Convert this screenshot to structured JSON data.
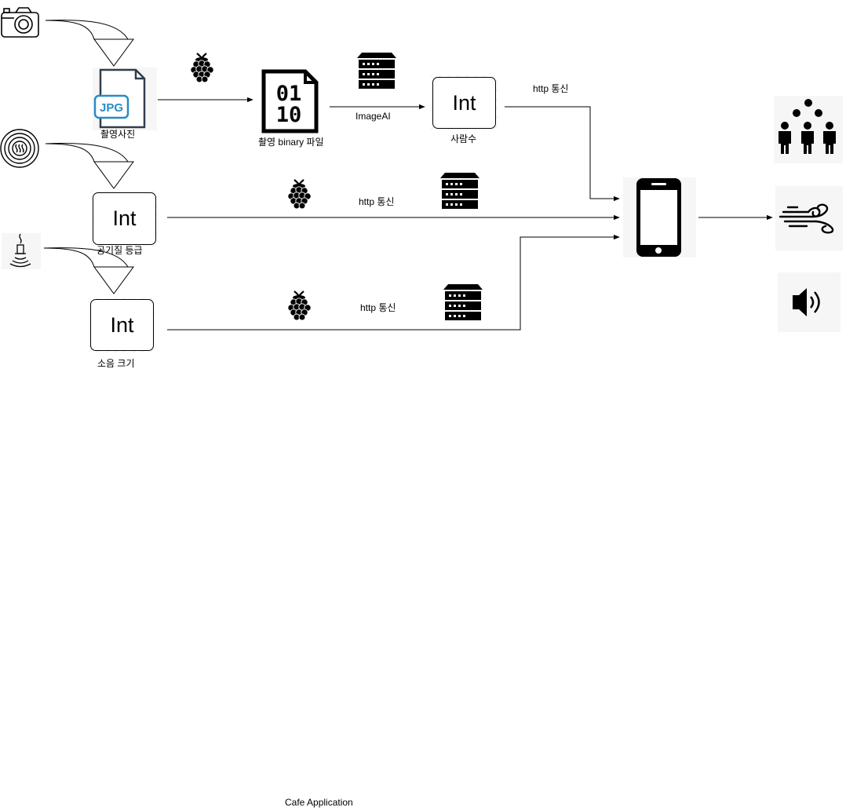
{
  "diagram": {
    "bottom_title": "Cafe Application",
    "nodes": {
      "photo_label": "촬영사진",
      "jpg_badge": "JPG",
      "binary_label": "촬영 binary 파일",
      "binary_digits_top": "01",
      "binary_digits_bottom": "10",
      "people_box": "Int",
      "people_label": "사람수",
      "air_box": "Int",
      "air_label": "공기질 등급",
      "noise_box": "Int",
      "noise_label": "소음 크기"
    },
    "edges": {
      "imageai": "ImageAI",
      "http_1": "http 통신",
      "http_2": "http 통신",
      "http_3": "http 통신"
    },
    "icons": [
      "camera-icon",
      "air-sensor-icon",
      "sound-sensor-icon",
      "raspberry-pi-icon",
      "binary-file-icon",
      "server-icon",
      "smartphone-icon",
      "people-icon",
      "wind-icon",
      "speaker-icon"
    ]
  }
}
